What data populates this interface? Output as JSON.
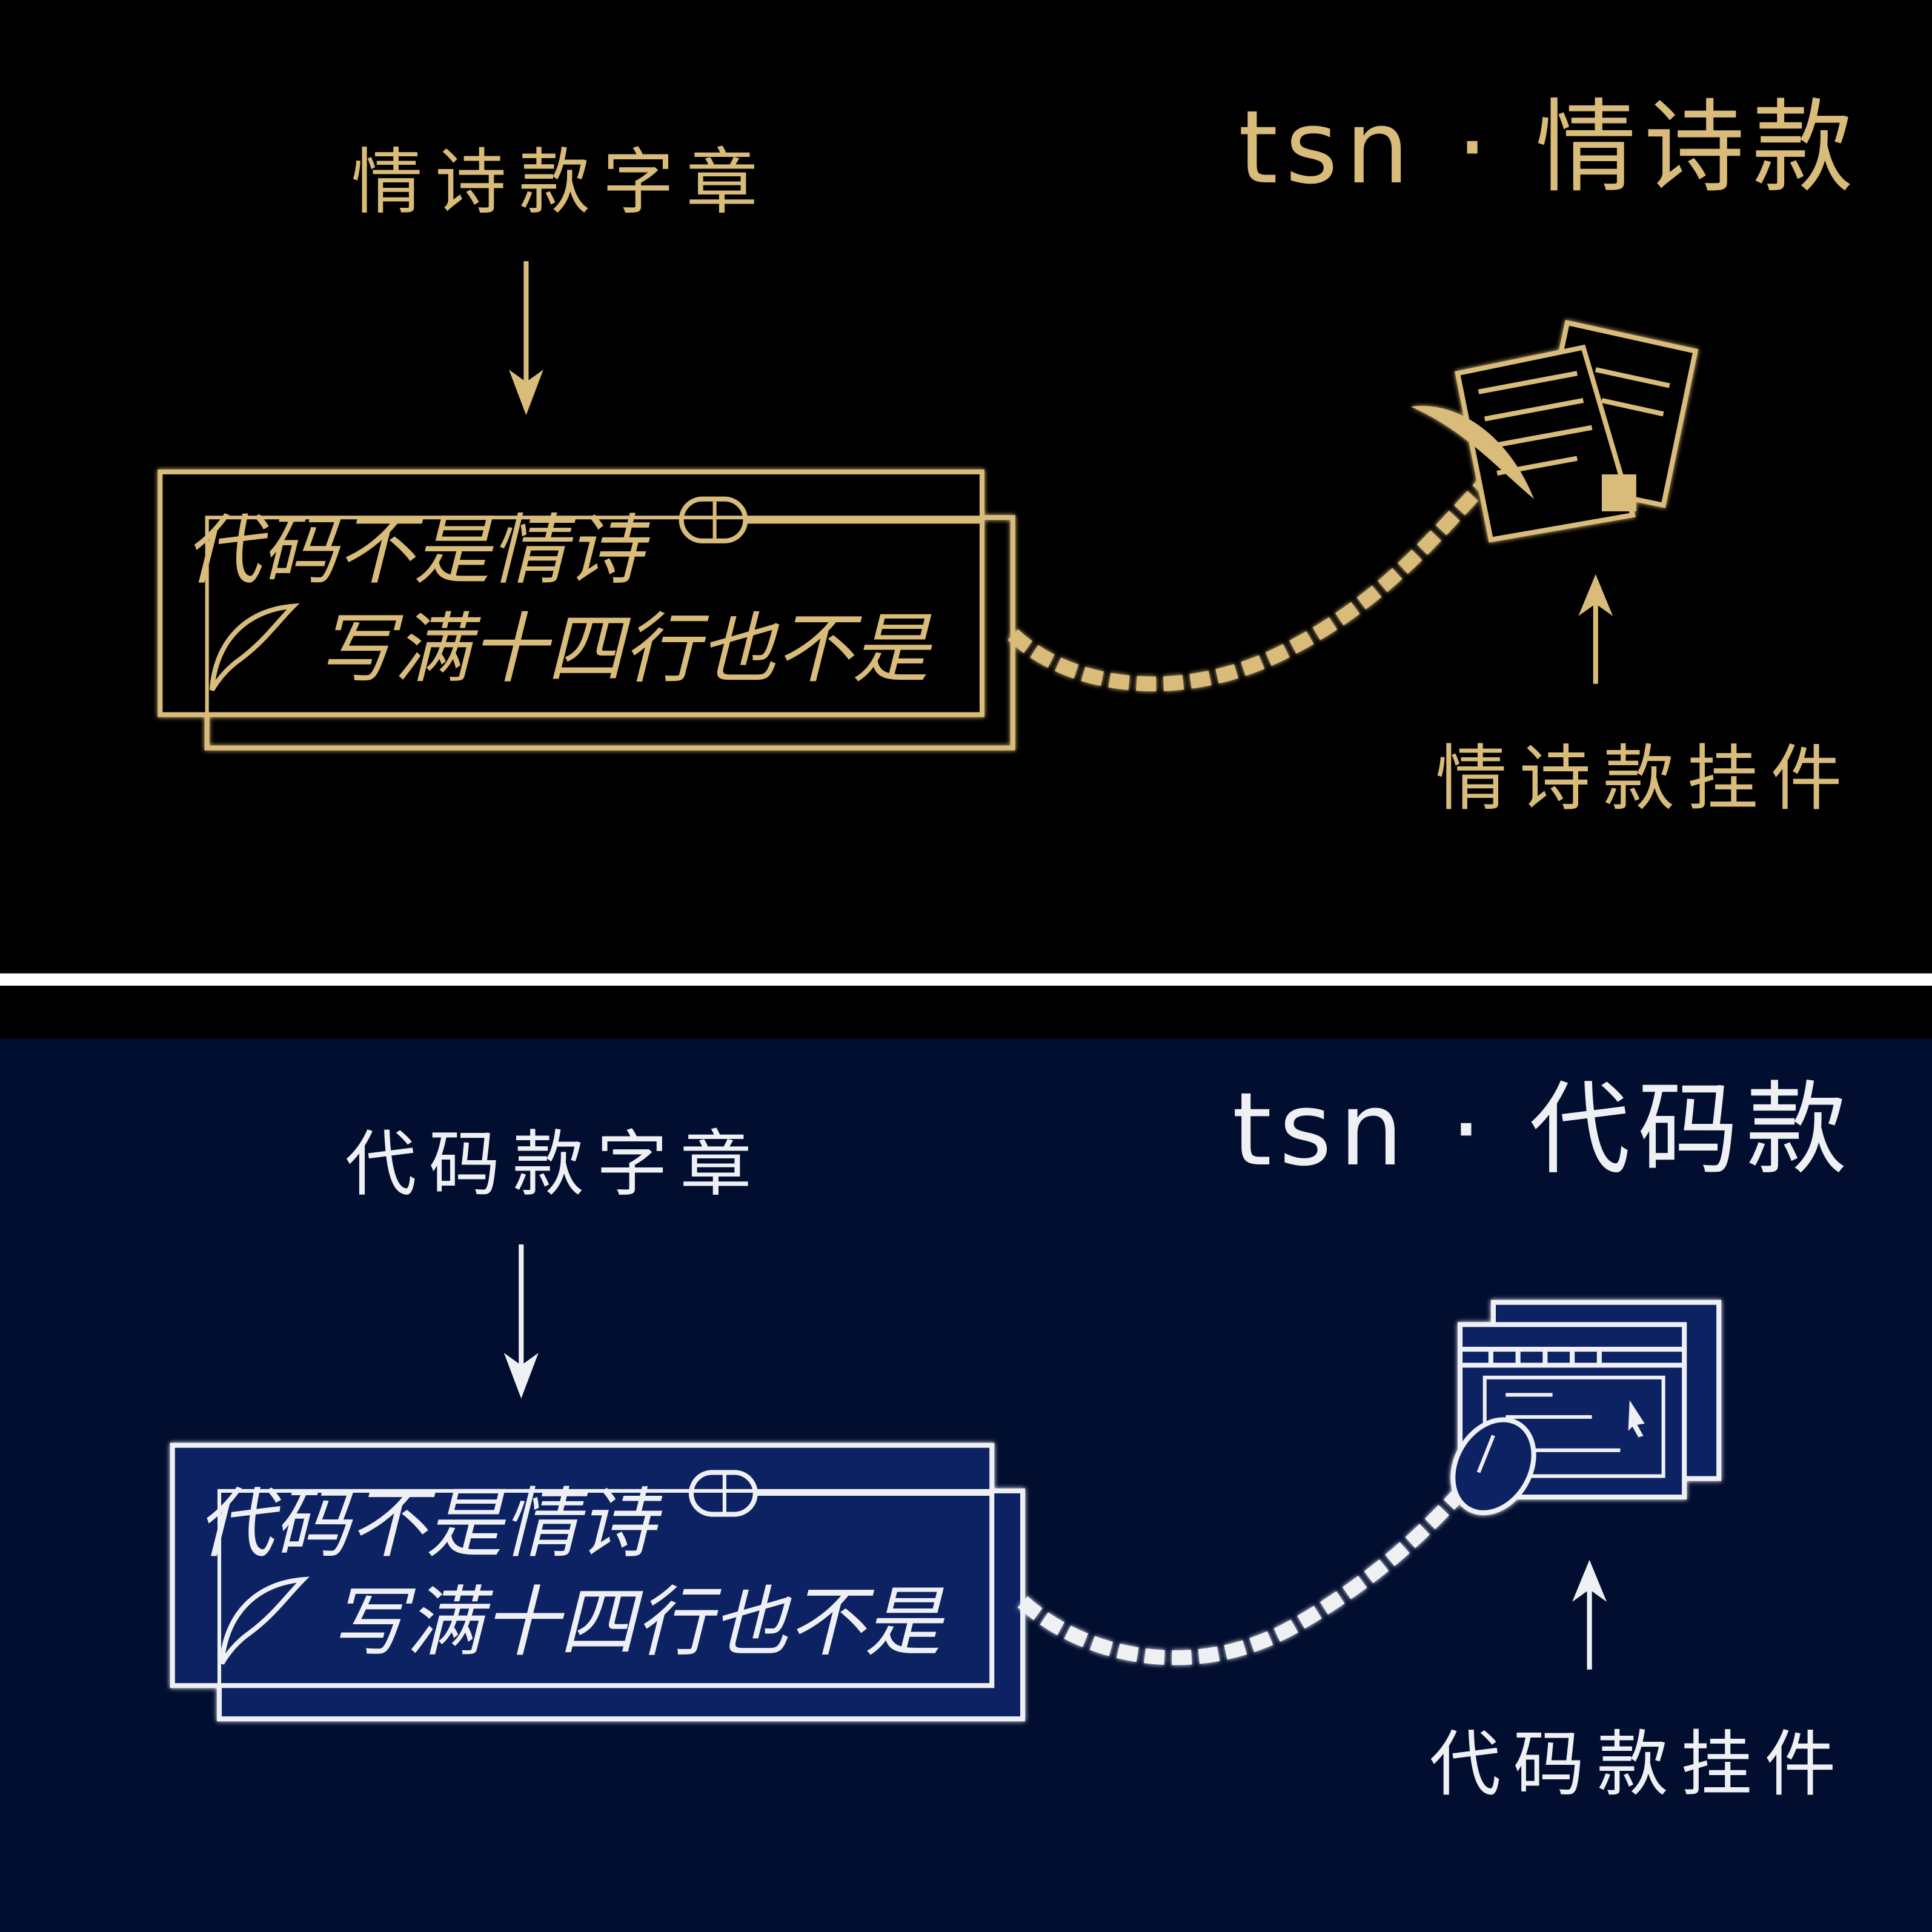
{
  "colors": {
    "gold": "#d9bb7a",
    "silver": "#eef0f4",
    "navy_bg": "#020e30",
    "navy_box": "#0a2262",
    "black": "#000000"
  },
  "top": {
    "title": "tsn · 情诗款",
    "badge_label": "情诗款字章",
    "badge_line1": "代码不是情诗",
    "badge_line2": "写满十四行也不是",
    "pendant_label": "情诗款挂件",
    "pendant_icon": "papers-quill-icon"
  },
  "bottom": {
    "title": "tsn · 代码款",
    "badge_label": "代码款字章",
    "badge_line1": "代码不是情诗",
    "badge_line2": "写满十四行也不是",
    "pendant_label": "代码款挂件",
    "pendant_icon": "browser-window-mouse-icon"
  }
}
